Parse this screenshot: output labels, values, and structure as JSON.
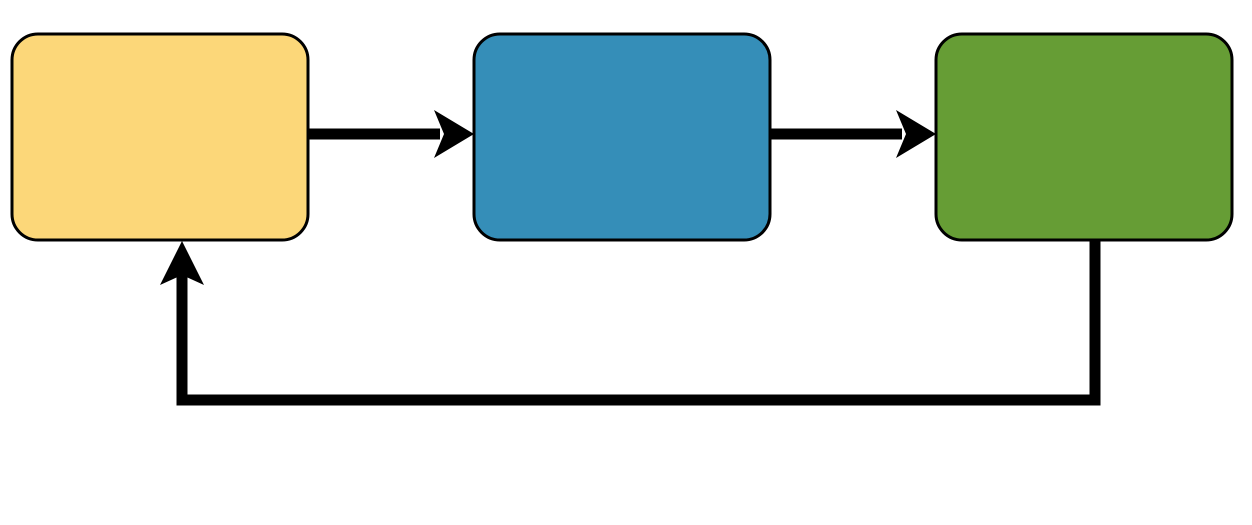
{
  "diagram": {
    "type": "cycle-flow",
    "nodes": [
      {
        "id": "step-1",
        "label": "",
        "color": "#FCD779"
      },
      {
        "id": "step-2",
        "label": "",
        "color": "#358EB8"
      },
      {
        "id": "step-3",
        "label": "",
        "color": "#669D35"
      }
    ],
    "edges": [
      {
        "from": "step-1",
        "to": "step-2"
      },
      {
        "from": "step-2",
        "to": "step-3"
      },
      {
        "from": "step-3",
        "to": "step-1"
      }
    ],
    "colors": {
      "stroke": "#000000",
      "background": "#FFFFFF"
    }
  }
}
